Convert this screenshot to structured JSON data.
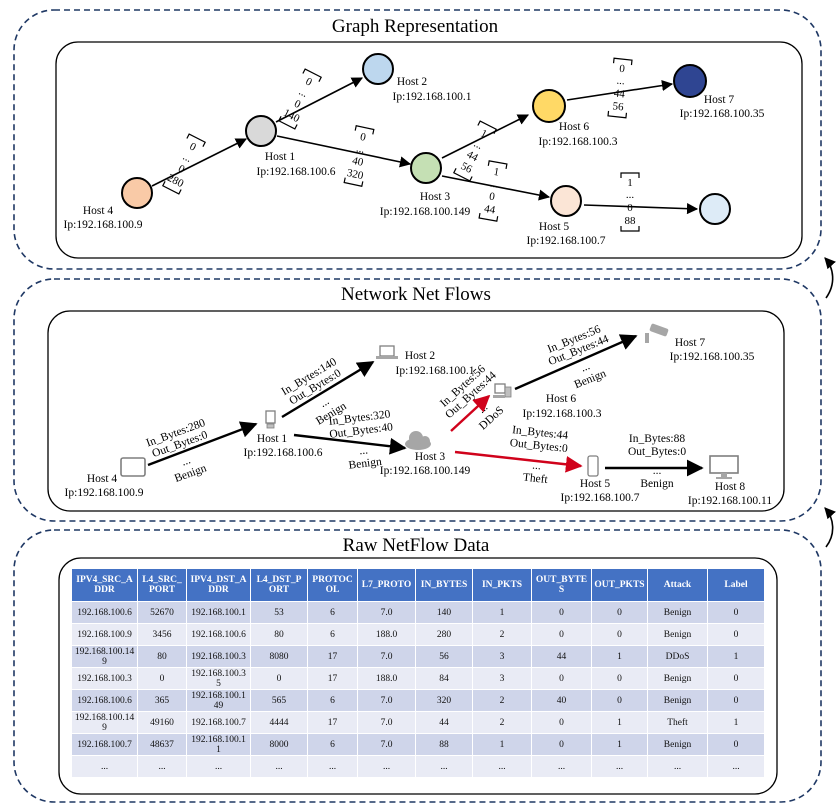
{
  "sections": {
    "graph_title": "Graph Representation",
    "flows_title": "Network Net Flows",
    "raw_title": "Raw NetFlow Data"
  },
  "graph": {
    "host4": {
      "name": "Host 4",
      "ip": "Ip:192.168.100.9",
      "color": "#f9caa7"
    },
    "host1": {
      "name": "Host 1",
      "ip": "Ip:192.168.100.6",
      "color": "#d9d9d9"
    },
    "host2": {
      "name": "Host 2",
      "ip": "Ip:192.168.100.1",
      "color": "#bdd7ee"
    },
    "host3": {
      "name": "Host 3",
      "ip": "Ip:192.168.100.149",
      "color": "#c5e0b4"
    },
    "host6": {
      "name": "Host 6",
      "ip": "Ip:192.168.100.3",
      "color": "#ffd966"
    },
    "host7": {
      "name": "Host 7",
      "ip": "Ip:192.168.100.35",
      "color": "#2f4592"
    },
    "host5": {
      "name": "Host 5",
      "ip": "Ip:192.168.100.7",
      "color": "#fbe5d6"
    },
    "host8_color": "#ddebf7",
    "vectors": {
      "v41": [
        "280",
        "0",
        "...",
        "0"
      ],
      "v12": [
        "140",
        "0",
        "...",
        "0"
      ],
      "v13": [
        "320",
        "40",
        "...",
        "0"
      ],
      "v36": [
        "56",
        "44",
        "...",
        "1"
      ],
      "v67": [
        "56",
        "44",
        "...",
        "0"
      ],
      "v35": [
        "44",
        "0",
        "...",
        "1"
      ],
      "v58": [
        "88",
        "0",
        "...",
        "1"
      ]
    }
  },
  "flows": {
    "host4": {
      "name": "Host 4",
      "ip": "Ip:192.168.100.9"
    },
    "host1": {
      "name": "Host 1",
      "ip": "Ip:192.168.100.6"
    },
    "host2": {
      "name": "Host 2",
      "ip": "Ip:192.168.100.1"
    },
    "host3": {
      "name": "Host 3",
      "ip": "Ip:192.168.100.149"
    },
    "host6": {
      "name": "Host 6",
      "ip": "Ip:192.168.100.3"
    },
    "host7": {
      "name": "Host 7",
      "ip": "Ip:192.168.100.35"
    },
    "host5": {
      "name": "Host 5",
      "ip": "Ip:192.168.100.7"
    },
    "host8": {
      "name": "Host 8",
      "ip": "Ip:192.168.100.11"
    },
    "e41": {
      "l1": "In_Bytes:280",
      "l2": "Out_Bytes:0",
      "l3": "...",
      "l4": "Benign"
    },
    "e12": {
      "l1": "In_Bytes:140",
      "l2": "Out_Bytes:0",
      "l3": "...",
      "l4": "Benign"
    },
    "e13": {
      "l1": "In_Bytes:320",
      "l2": "Out_Bytes:40",
      "l3": "...",
      "l4": "Benign"
    },
    "e36": {
      "l1": "In_Bytes:56",
      "l2": "Out_Bytes:44",
      "l3": "...",
      "l4": "DDoS"
    },
    "e67": {
      "l1": "In_Bytes:56",
      "l2": "Out_Bytes:44",
      "l3": "...",
      "l4": "Benign"
    },
    "e35": {
      "l1": "In_Bytes:44",
      "l2": "Out_Bytes:0",
      "l3": "...",
      "l4": "Theft"
    },
    "e58": {
      "l1": "In_Bytes:88",
      "l2": "Out_Bytes:0",
      "l3": "...",
      "l4": "Benign"
    },
    "attack_color": "#d0021b"
  },
  "table": {
    "headers": [
      "IPV4_SRC_ADDR",
      "L4_SRC_PORT",
      "IPV4_DST_ADDR",
      "L4_DST_PORT",
      "PROTOCOL",
      "L7_PROTO",
      "IN_BYTES",
      "IN_PKTS",
      "OUT_BYTES",
      "OUT_PKTS",
      "Attack",
      "Label"
    ],
    "rows": [
      [
        "192.168.100.6",
        "52670",
        "192.168.100.1",
        "53",
        "6",
        "7.0",
        "140",
        "1",
        "0",
        "0",
        "Benign",
        "0"
      ],
      [
        "192.168.100.9",
        "3456",
        "192.168.100.6",
        "80",
        "6",
        "188.0",
        "280",
        "2",
        "0",
        "0",
        "Benign",
        "0"
      ],
      [
        "192.168.100.149",
        "80",
        "192.168.100.3",
        "8080",
        "17",
        "7.0",
        "56",
        "3",
        "44",
        "1",
        "DDoS",
        "1"
      ],
      [
        "192.168.100.3",
        "0",
        "192.168.100.35",
        "0",
        "17",
        "188.0",
        "84",
        "3",
        "0",
        "0",
        "Benign",
        "0"
      ],
      [
        "192.168.100.6",
        "365",
        "192.168.100.149",
        "565",
        "6",
        "7.0",
        "320",
        "2",
        "40",
        "0",
        "Benign",
        "0"
      ],
      [
        "192.168.100.149",
        "49160",
        "192.168.100.7",
        "4444",
        "17",
        "7.0",
        "44",
        "2",
        "0",
        "1",
        "Theft",
        "1"
      ],
      [
        "192.168.100.7",
        "48637",
        "192.168.100.11",
        "8000",
        "6",
        "7.0",
        "88",
        "1",
        "0",
        "1",
        "Benign",
        "0"
      ],
      [
        "...",
        "...",
        "...",
        "...",
        "...",
        "...",
        "...",
        "...",
        "...",
        "...",
        "...",
        "..."
      ]
    ],
    "header_color": "#4472c4"
  }
}
